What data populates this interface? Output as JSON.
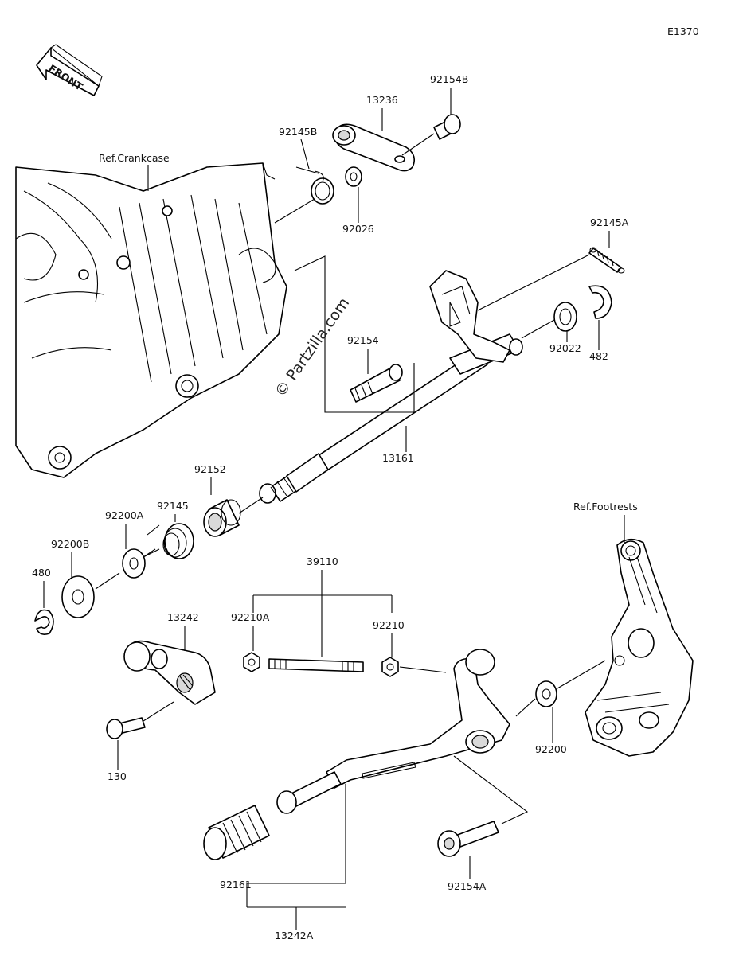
{
  "diagram_id": "E1370",
  "front_label": "FRONT",
  "watermark": "© Partzilla.com",
  "references": {
    "crankcase": "Ref.Crankcase",
    "footrests": "Ref.Footrests"
  },
  "parts": {
    "p92154B": "92154B",
    "p13236": "13236",
    "p92145B": "92145B",
    "p92026": "92026",
    "p92145A": "92145A",
    "p482": "482",
    "p92022": "92022",
    "p92154": "92154",
    "p13161": "13161",
    "p92152": "92152",
    "p92145": "92145",
    "p92200A": "92200A",
    "p92200B": "92200B",
    "p480": "480",
    "p39110": "39110",
    "p92210A": "92210A",
    "p92210": "92210",
    "p13242": "13242",
    "p130": "130",
    "p92200": "92200",
    "p92161": "92161",
    "p13242A": "13242A",
    "p92154A": "92154A"
  }
}
